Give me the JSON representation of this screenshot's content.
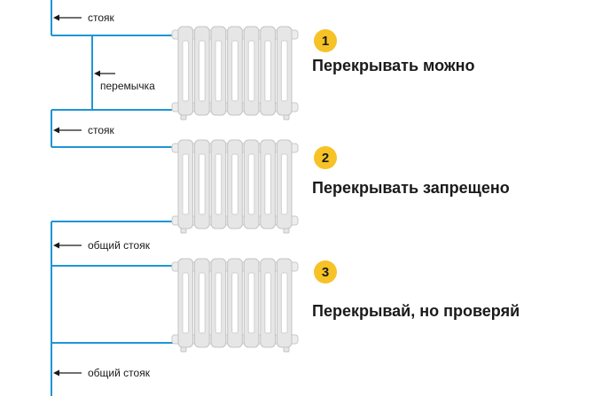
{
  "labels": {
    "riser": "стояк",
    "bypass": "перемычка",
    "common_riser": "общий стояк"
  },
  "cases": [
    {
      "number": "1",
      "title": "Перекрывать можно"
    },
    {
      "number": "2",
      "title": "Перекрывать запрещено"
    },
    {
      "number": "3",
      "title": "Перекрывай, но проверяй"
    }
  ],
  "colors": {
    "pipe": "#1f95d6",
    "badge": "#f6c226",
    "radiator": "#e6e6e6",
    "text": "#1a1a1a"
  }
}
